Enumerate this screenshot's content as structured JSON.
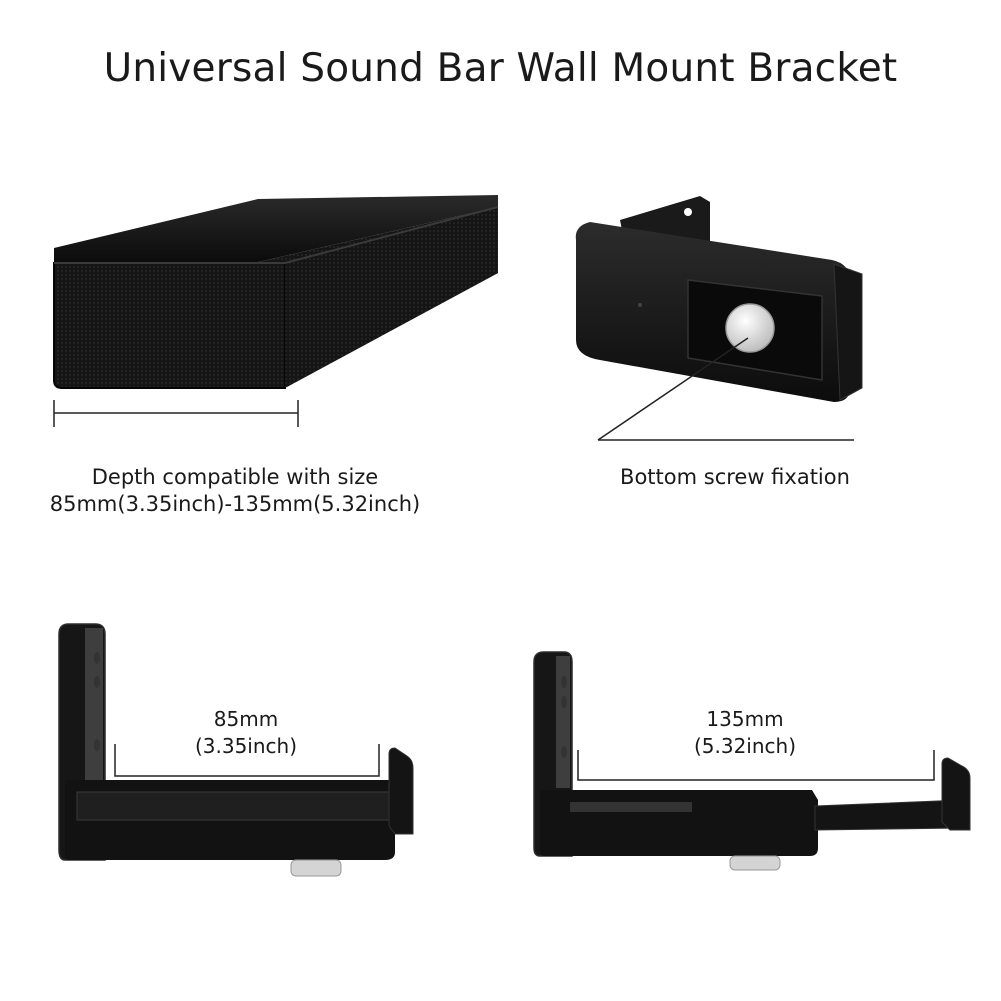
{
  "title": "Universal Sound Bar Wall Mount Bracket",
  "depth_caption": {
    "line1": "Depth compatible with size",
    "line2": "85mm(3.35inch)-135mm(5.32inch)"
  },
  "screw_caption": "Bottom screw fixation",
  "min_size": {
    "mm": "85mm",
    "inch": "(3.35inch)"
  },
  "max_size": {
    "mm": "135mm",
    "inch": "(5.32inch)"
  },
  "colors": {
    "product_black": "#111111",
    "product_highlight": "#3a3a3a",
    "screw_silver": "#d8d8d8",
    "line": "#222222"
  }
}
